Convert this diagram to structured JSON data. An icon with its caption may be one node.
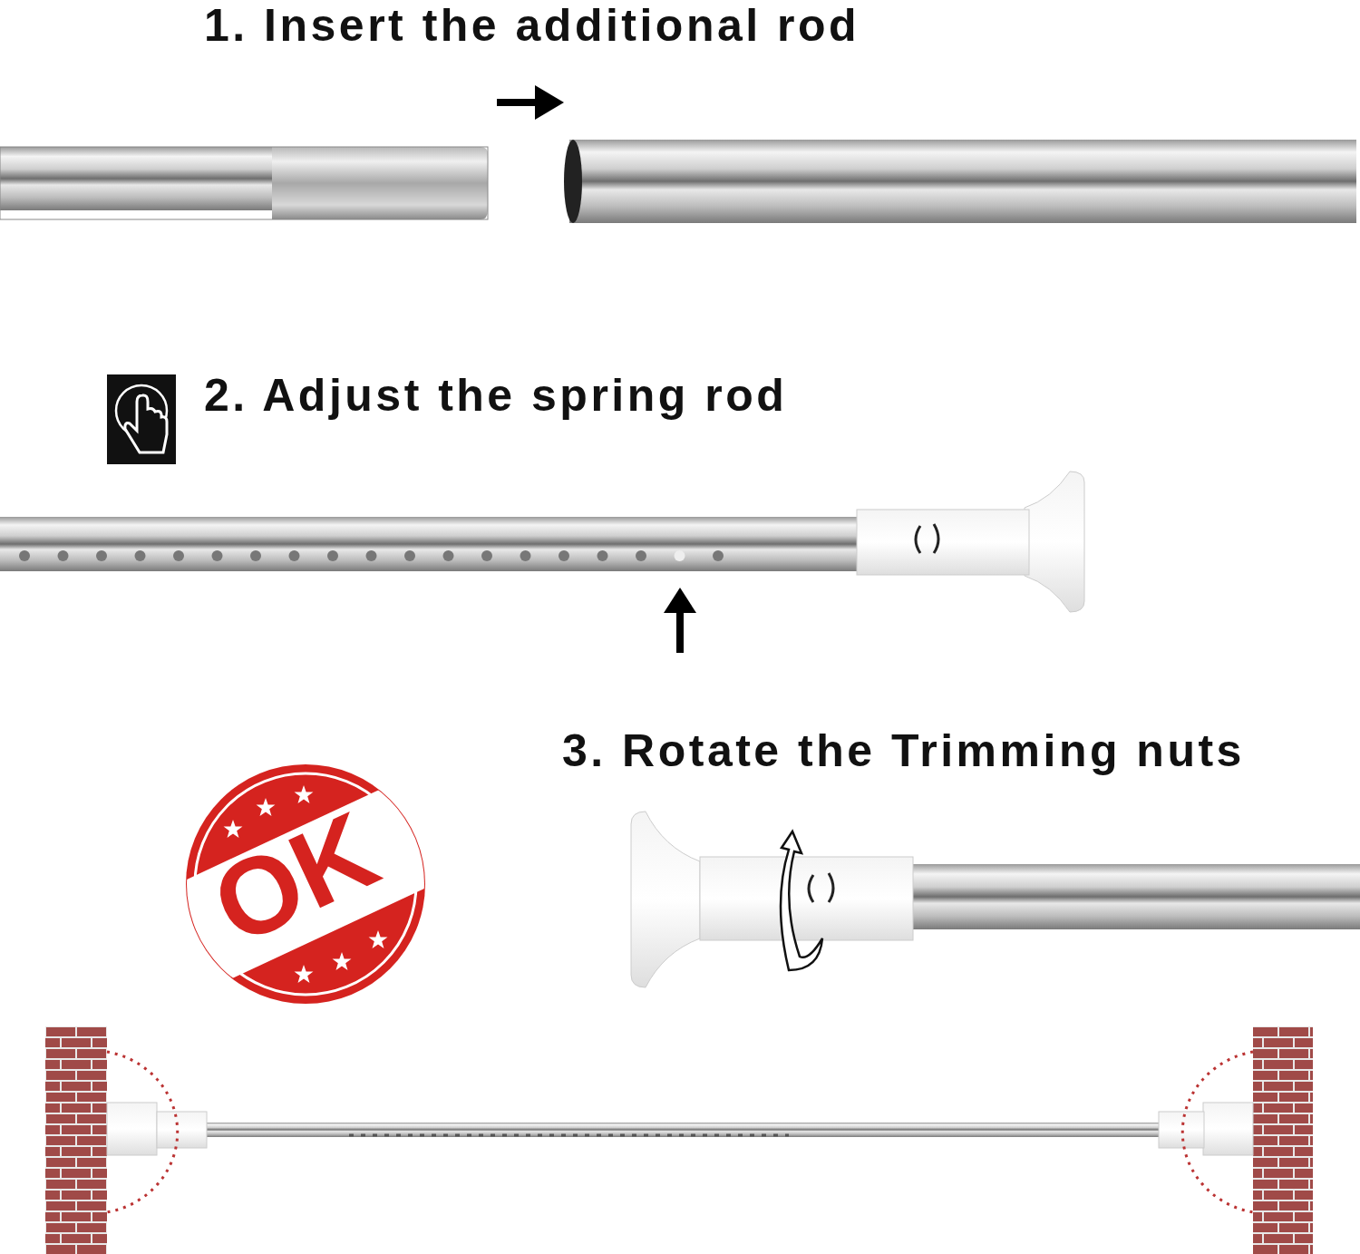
{
  "diagram": {
    "nodes": [
      {
        "text": [
          "OK"
        ]
      }
    ],
    "labels": [
      "1. Insert the additional rod",
      "2. Adjust the spring rod",
      "3. Rotate the Trimming nuts"
    ]
  }
}
